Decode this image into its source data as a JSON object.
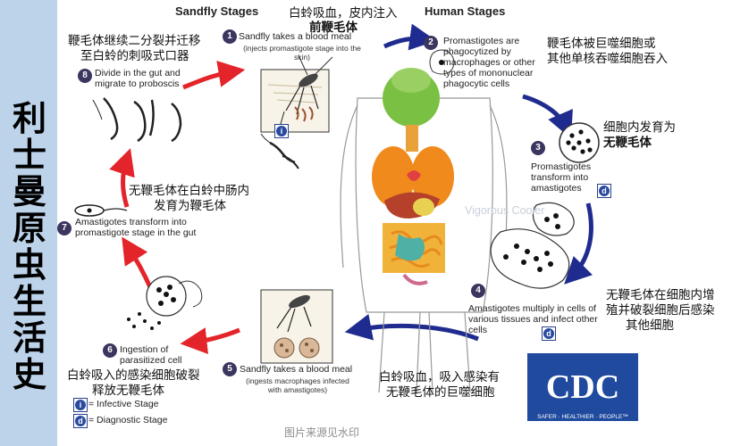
{
  "side_title": "利士曼原虫生活史",
  "headers": {
    "sandfly": "Sandfly Stages",
    "human": "Human Stages"
  },
  "steps": [
    {
      "n": "1",
      "title": "Sandfly takes a blood meal",
      "detail": "(injects promastigote stage into the skin)"
    },
    {
      "n": "2",
      "title": "Promastigotes are phagocytized by macrophages or other types of mononuclear phagocytic cells"
    },
    {
      "n": "3",
      "title": "Promastigotes transform into amastigotes"
    },
    {
      "n": "4",
      "title": "Amastigotes multiply in cells of various tissues and infect other cells"
    },
    {
      "n": "5",
      "title": "Sandfly takes a blood meal",
      "detail": "(ingests macrophages infected with amastigotes)"
    },
    {
      "n": "6",
      "title": "Ingestion of parasitized cell"
    },
    {
      "n": "7",
      "title": "Amastigotes transform into promastigote stage in the gut"
    },
    {
      "n": "8",
      "title": "Divide in the gut and migrate to proboscis"
    }
  ],
  "cn_notes": {
    "s1_line1": "白蛉吸血，皮内注入",
    "s1_line2": "前鞭毛体",
    "s2_line1": "鞭毛体被巨噬细胞或",
    "s2_line2": "其他单核吞噬细胞吞入",
    "s3_line1": "细胞内发育为",
    "s3_line2": "无鞭毛体",
    "s4_line1": "无鞭毛体在细胞内增",
    "s4_line2": "殖并破裂细胞后感染",
    "s4_line3": "其他细胞",
    "s5_line1": "白蛉吸血，吸入感染有",
    "s5_line2": "无鞭毛体的巨噬细胞",
    "s6_line1": "白蛉吸入的感染细胞破裂",
    "s6_line2": "释放无鞭毛体",
    "s7_line1": "无鞭毛体在白蛉中肠内",
    "s7_line2": "发育为鞭毛体",
    "s8_line1": "鞭毛体继续二分裂并迁移",
    "s8_line2": "至白蛉的刺吸式口器"
  },
  "legend": [
    {
      "key": "i",
      "label": "= Infective Stage"
    },
    {
      "key": "d",
      "label": "= Diagnostic Stage"
    }
  ],
  "badges": {
    "infective": "i",
    "diagnostic": "d"
  },
  "watermark": "Vigorous Cooler",
  "footer": "图片来源见水印",
  "cdc": {
    "logo": "CDC",
    "tagline": "SAFER · HEALTHIER · PEOPLE™"
  },
  "colors": {
    "sidebar": "#bcd3ea",
    "red_arrow": "#e3242b",
    "blue_arrow": "#1f2b8f",
    "cdc_blue": "#1f4a9e"
  }
}
